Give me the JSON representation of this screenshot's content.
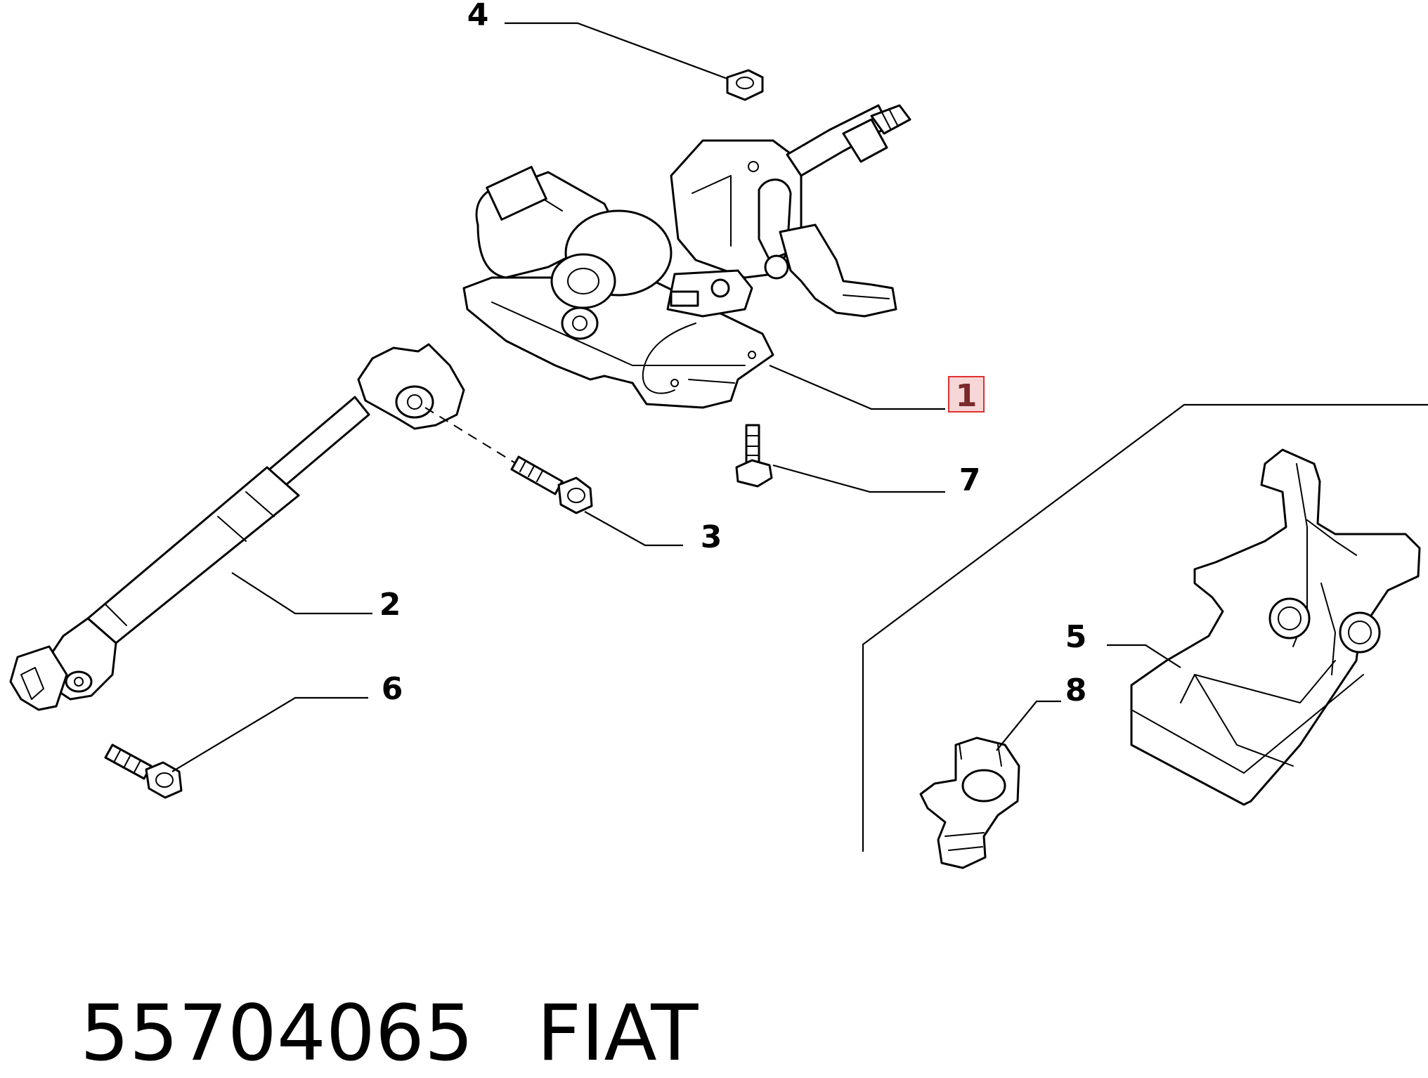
{
  "callouts": {
    "c1": "1",
    "c2": "2",
    "c3": "3",
    "c4": "4",
    "c5": "5",
    "c6": "6",
    "c7": "7",
    "c8": "8"
  },
  "footer": {
    "part_number": "55704065",
    "brand": "FIAT"
  },
  "colors": {
    "highlight_box_stroke": "#e03030",
    "highlight_box_fill": "#f6d6d6",
    "line": "#000000",
    "background": "#ffffff"
  }
}
